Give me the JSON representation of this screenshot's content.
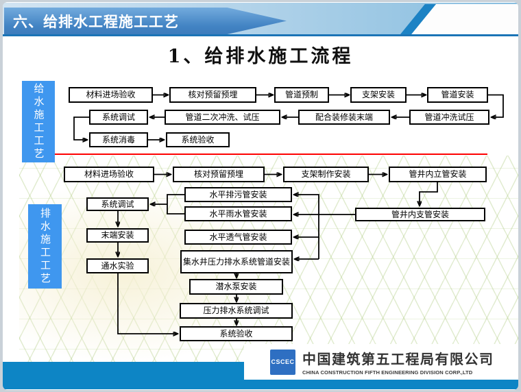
{
  "header": {
    "banner_title": "六、给排水工程施工工艺"
  },
  "main": {
    "page_title": "1、给排水施工流程"
  },
  "sidebar": {
    "water": "给水施工工艺",
    "drainage": "排水施工工艺"
  },
  "water_flow": {
    "row1": [
      "材料进场验收",
      "核对预留预埋",
      "管道预制",
      "支架安装",
      "管道安装"
    ],
    "row2": [
      "系统调试",
      "管道二次冲洗、试压",
      "配合装修装末端",
      "管道冲洗试压"
    ],
    "row3": [
      "系统消毒",
      "系统验收"
    ]
  },
  "drainage_flow": {
    "row1": [
      "材料进场验收",
      "核对预留预埋",
      "支架制作安装",
      "管井内立管安装"
    ],
    "right_box": "管井内支管安装",
    "left_column": [
      "系统调试",
      "末端安装",
      "通水实验"
    ],
    "center_column": [
      "水平排污管安装",
      "水平雨水管安装",
      "水平透气管安装",
      "集水井压力排水系统管道安装",
      "潜水泵安装",
      "压力排水系统调试",
      "系统验收"
    ]
  },
  "footer": {
    "logo_mark": "CSCEC",
    "company_name_cn": "中国建筑第五工程局有限公司",
    "company_name_en": "CHINA CONSTRUCTION FIFTH ENGINEERING DIVISION CORP.,LTD"
  },
  "colors": {
    "banner_blue": "#4283c3",
    "header_band_blue": "#b4d4ea",
    "header_rule_blue": "#1b74b6",
    "sidebar_blue": "#3f97ef",
    "divider_red": "#fe0000",
    "footer_band_blue": "#0d85c5",
    "logo_blue": "#2e6fc2",
    "mesh_green": "#a3c470",
    "flow_line": "#000000"
  }
}
